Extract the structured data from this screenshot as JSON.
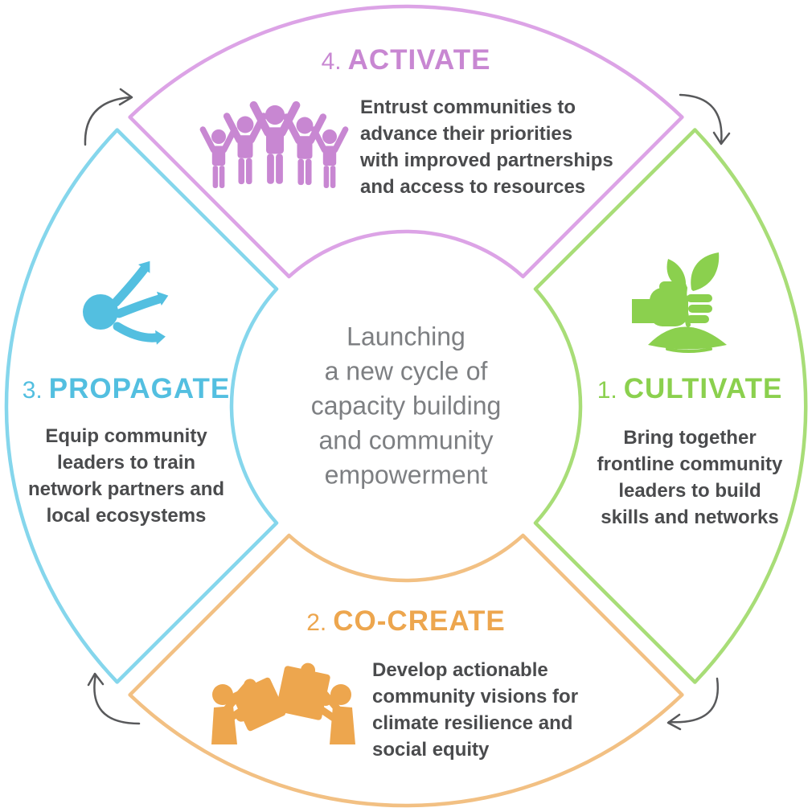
{
  "diagram_title": "Launching a new cycle of capacity building and community empowerment cycle diagram",
  "center": {
    "text": "Launching\na new cycle of\ncapacity building\nand community\nempowerment",
    "color": "#7d7f82"
  },
  "colors": {
    "arrow": "#58595b",
    "description_text": "#4a4b4d",
    "background": "#ffffff"
  },
  "segments": {
    "cultivate": {
      "number": "1.",
      "name": "CULTIVATE",
      "desc": "Bring together\nfrontline community\nleaders to build\nskills and networks",
      "color": "#8bd04e",
      "ring_color": "#a8dd77",
      "icon": "hand-sprout-icon",
      "position": "right"
    },
    "cocreate": {
      "number": "2.",
      "name": "CO-CREATE",
      "desc": "Develop actionable\ncommunity visions for\nclimate resilience and\nsocial equity",
      "color": "#eda64e",
      "ring_color": "#f2c083",
      "icon": "people-puzzle-icon",
      "position": "bottom"
    },
    "propagate": {
      "number": "3.",
      "name": "PROPAGATE",
      "desc": "Equip community\nleaders to train\nnetwork partners and\nlocal ecosystems",
      "color": "#53bfe0",
      "ring_color": "#85d6ec",
      "icon": "share-network-icon",
      "position": "left"
    },
    "activate": {
      "number": "4.",
      "name": "ACTIVATE",
      "desc": "Entrust communities to\nadvance their priorities\nwith improved partnerships\nand access to resources",
      "color": "#c887d2",
      "ring_color": "#dca3e6",
      "icon": "people-raised-arms-icon",
      "position": "top"
    }
  },
  "flow": {
    "direction": "clockwise",
    "arrow_count": 4
  }
}
